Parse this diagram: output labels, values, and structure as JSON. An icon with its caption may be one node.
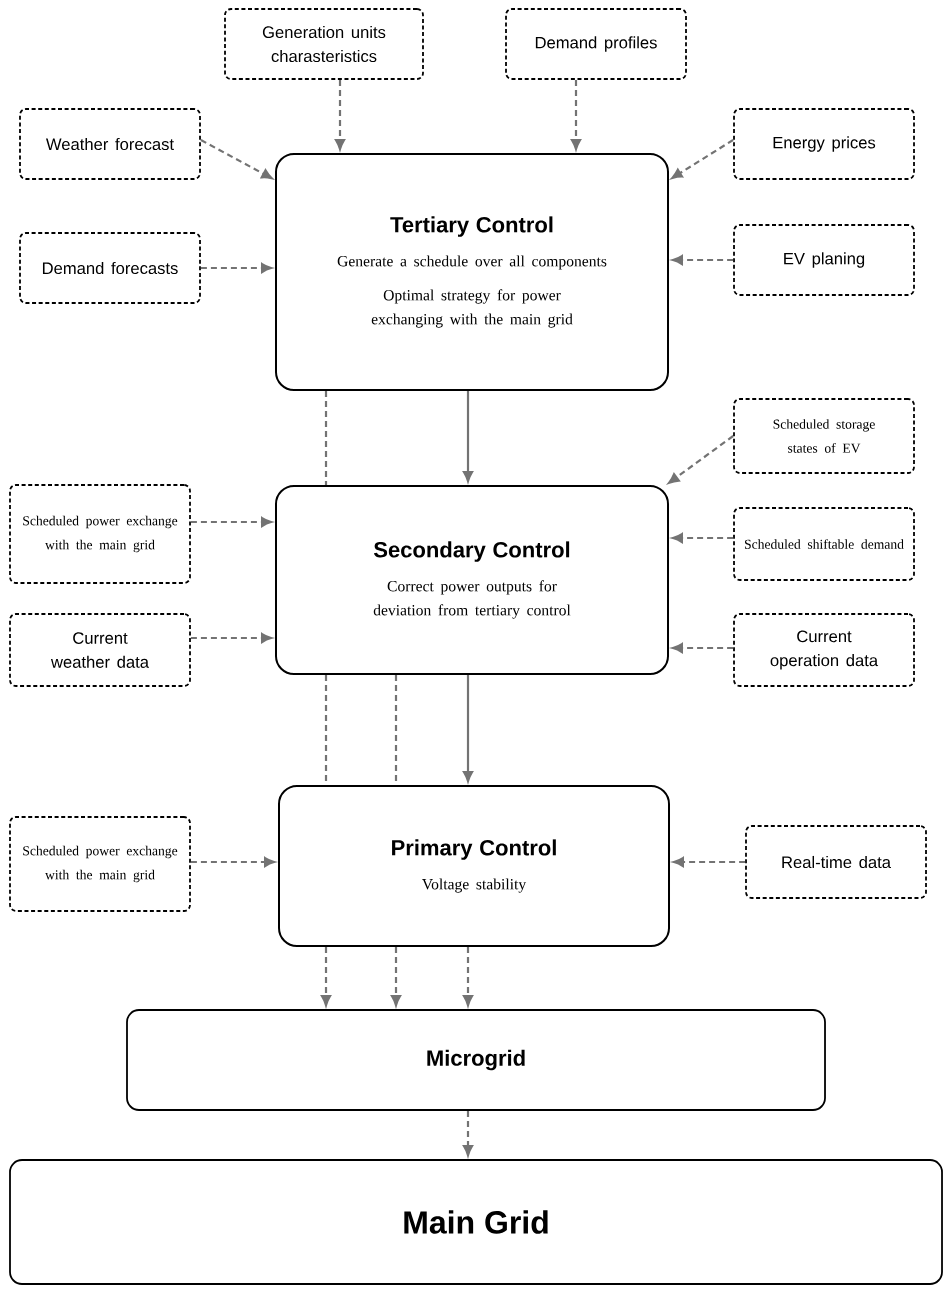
{
  "diagram": {
    "nodes": [
      {
        "text": [
          "Generation units charasteristics"
        ]
      },
      {
        "text": [
          "Demand profiles"
        ]
      },
      {
        "text": [
          "Weather forecast"
        ]
      },
      {
        "text": [
          "Energy prices"
        ]
      },
      {
        "text": [
          "Tertiary Control",
          "Generate a schedule over all components",
          "Optimal strategy for power exchanging with the main grid"
        ]
      },
      {
        "text": [
          "Demand forecasts"
        ]
      },
      {
        "text": [
          "EV planing"
        ]
      },
      {
        "text": [
          "Scheduled storage states of EV"
        ]
      },
      {
        "text": [
          "Scheduled power exchange with the main grid"
        ]
      },
      {
        "text": [
          "Secondary Control",
          "Correct power outputs for deviation from tertiary control"
        ]
      },
      {
        "text": [
          "Scheduled shiftable demand"
        ]
      },
      {
        "text": [
          "Current weather data"
        ]
      },
      {
        "text": [
          "Current operation data"
        ]
      },
      {
        "text": [
          "Scheduled power exchange with the main grid"
        ]
      },
      {
        "text": [
          "Primary Control",
          "Voltage stability"
        ]
      },
      {
        "text": [
          "Real-time data"
        ]
      },
      {
        "text": [
          "Microgrid"
        ]
      },
      {
        "text": [
          "Main Grid"
        ]
      }
    ],
    "edges": [
      {
        "from": 0,
        "to": 4,
        "arrow": "to",
        "style": "dashed"
      },
      {
        "from": 1,
        "to": 4,
        "arrow": "to",
        "style": "dashed"
      },
      {
        "from": 2,
        "to": 4,
        "arrow": "to",
        "style": "dashed"
      },
      {
        "from": 3,
        "to": 4,
        "arrow": "to",
        "style": "dashed"
      },
      {
        "from": 5,
        "to": 4,
        "arrow": "to",
        "style": "dashed"
      },
      {
        "from": 6,
        "to": 4,
        "arrow": "to",
        "style": "dashed"
      },
      {
        "from": 4,
        "to": 9,
        "arrow": "to"
      },
      {
        "from": 4,
        "to": 9,
        "arrow": "none",
        "style": "dashed"
      },
      {
        "from": 7,
        "to": 9,
        "arrow": "to",
        "style": "dashed"
      },
      {
        "from": 8,
        "to": 9,
        "arrow": "to",
        "style": "dashed"
      },
      {
        "from": 10,
        "to": 9,
        "arrow": "to",
        "style": "dashed"
      },
      {
        "from": 11,
        "to": 9,
        "arrow": "to",
        "style": "dashed"
      },
      {
        "from": 12,
        "to": 9,
        "arrow": "to",
        "style": "dashed"
      },
      {
        "from": 9,
        "to": 14,
        "arrow": "to"
      },
      {
        "from": 9,
        "to": 14,
        "arrow": "none",
        "style": "dashed"
      },
      {
        "from": 9,
        "to": 14,
        "arrow": "none",
        "style": "dashed"
      },
      {
        "from": 13,
        "to": 14,
        "arrow": "to",
        "style": "dashed"
      },
      {
        "from": 15,
        "to": 14,
        "arrow": "to",
        "style": "dashed"
      },
      {
        "from": 14,
        "to": 16,
        "arrow": "to",
        "style": "dashed"
      },
      {
        "from": 14,
        "to": 16,
        "arrow": "to",
        "style": "dashed"
      },
      {
        "from": 14,
        "to": 16,
        "arrow": "to",
        "style": "dashed"
      },
      {
        "from": 16,
        "to": 17,
        "arrow": "to",
        "style": "dashed"
      }
    ]
  }
}
